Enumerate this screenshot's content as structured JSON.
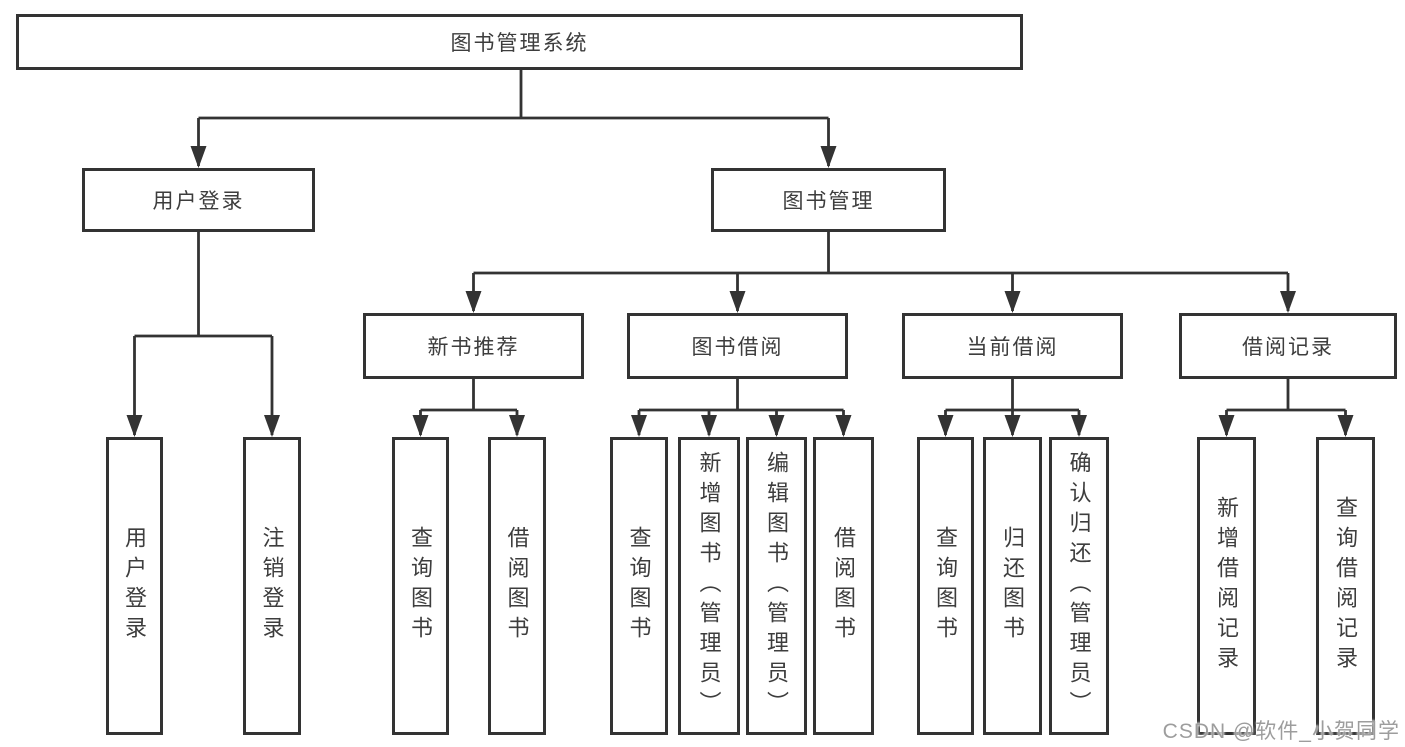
{
  "tree": {
    "root": {
      "label": "图书管理系统"
    },
    "user_login": {
      "label": "用户登录",
      "children": [
        {
          "label": "用户登录"
        },
        {
          "label": "注销登录"
        }
      ]
    },
    "book_mgmt": {
      "label": "图书管理",
      "sections": [
        {
          "label": "新书推荐",
          "children": [
            {
              "label": "查询图书"
            },
            {
              "label": "借阅图书"
            }
          ]
        },
        {
          "label": "图书借阅",
          "children": [
            {
              "label": "查询图书"
            },
            {
              "label": "新增图书（管理员）"
            },
            {
              "label": "编辑图书（管理员）"
            },
            {
              "label": "借阅图书"
            }
          ]
        },
        {
          "label": "当前借阅",
          "children": [
            {
              "label": "查询图书"
            },
            {
              "label": "归还图书"
            },
            {
              "label": "确认归还（管理员）"
            }
          ]
        },
        {
          "label": "借阅记录",
          "children": [
            {
              "label": "新增借阅记录"
            },
            {
              "label": "查询借阅记录"
            }
          ]
        }
      ]
    }
  },
  "watermark": {
    "text": "CSDN @软件_小贺同学"
  },
  "colors": {
    "line": "#333333",
    "box_border": "#333333",
    "text": "#3d3d3d",
    "watermark": "#9d9d9d",
    "background": "#ffffff"
  }
}
